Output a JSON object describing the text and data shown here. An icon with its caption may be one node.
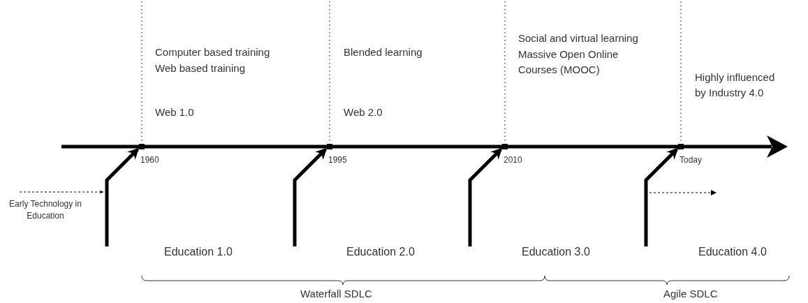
{
  "diagram": {
    "nodes": [
      {
        "text": [
          "Early Technology in Education"
        ]
      },
      {
        "text": [],
        "shape": "box",
        "beside": [
          "1960"
        ]
      },
      {
        "text": [],
        "shape": "box",
        "beside": [
          "1995"
        ]
      },
      {
        "text": [],
        "shape": "box",
        "beside": [
          "2010"
        ]
      },
      {
        "text": [],
        "shape": "box",
        "beside": [
          "Today"
        ]
      }
    ],
    "edges": [
      {
        "from": 0,
        "to": null,
        "arrow": "to",
        "style": "dashed"
      },
      {
        "from": null,
        "to": 1,
        "arrow": "to"
      },
      {
        "from": null,
        "to": 2,
        "arrow": "to"
      },
      {
        "from": null,
        "to": 3,
        "arrow": "to"
      },
      {
        "from": null,
        "to": 4,
        "arrow": "to"
      }
    ],
    "labels": [
      "Computer based training",
      "Web based training",
      "Blended learning",
      "Social and virtual learning",
      "Massive Open Online Courses (MOOC)",
      "Highly influenced by Industry 4.0",
      "Web 1.0",
      "Web 2.0",
      "Education 1.0",
      "Education 2.0",
      "Education 3.0",
      "Education 4.0",
      "Waterfall SDLC",
      "Agile SDLC"
    ]
  }
}
